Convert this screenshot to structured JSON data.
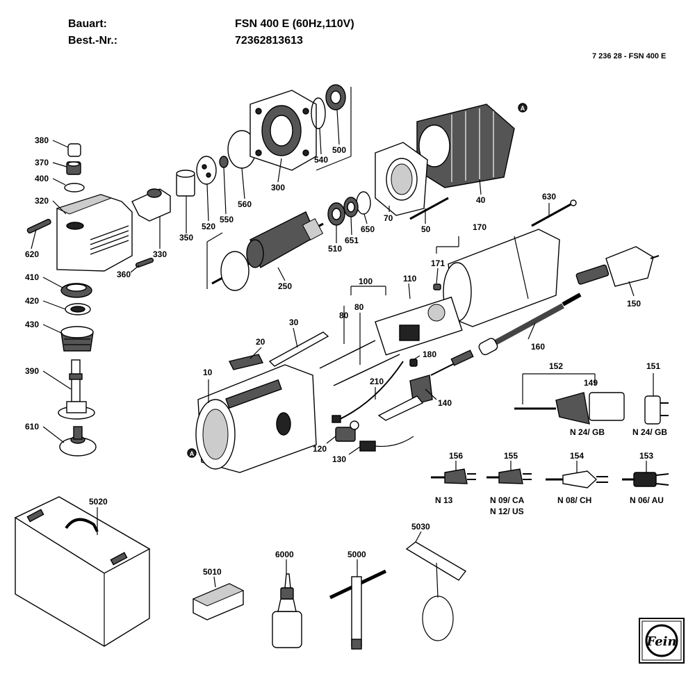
{
  "header": {
    "bauart_label": "Bauart:",
    "bauart_value": "FSN 400 E (60Hz,110V)",
    "bestnr_label": "Best.-Nr.:",
    "bestnr_value": "72362813613",
    "drawing_code": "7 236 28 - FSN 400 E"
  },
  "parts": {
    "p380": "380",
    "p370": "370",
    "p400": "400",
    "p320": "320",
    "p620": "620",
    "p410": "410",
    "p420": "420",
    "p430": "430",
    "p390": "390",
    "p610": "610",
    "p330": "330",
    "p360": "360",
    "p350": "350",
    "p520": "520",
    "p550": "550",
    "p560": "560",
    "p300": "300",
    "p540": "540",
    "p500": "500",
    "p40": "40",
    "p70": "70",
    "p50": "50",
    "p650": "650",
    "p651": "651",
    "p510": "510",
    "p250": "250",
    "p630": "630",
    "p170": "170",
    "p171": "171",
    "p150": "150",
    "p100": "100",
    "p110": "110",
    "p80a": "80",
    "p80b": "80",
    "p30": "30",
    "p20": "20",
    "p10": "10",
    "p180": "180",
    "p210": "210",
    "p140": "140",
    "p160": "160",
    "p120": "120",
    "p130": "130",
    "p152": "152",
    "p149": "149",
    "p151": "151",
    "p156": "156",
    "p155": "155",
    "p154": "154",
    "p153": "153",
    "p5020": "5020",
    "p5010": "5010",
    "p6000": "6000",
    "p5000": "5000",
    "p5030": "5030"
  },
  "variants": {
    "n24gb_1": "N 24/ GB",
    "n24gb_2": "N 24/ GB",
    "n13": "N 13",
    "n09ca": "N 09/ CA",
    "n12us": "N 12/ US",
    "n08ch": "N 08/ CH",
    "n06au": "N 06/ AU"
  },
  "markers": {
    "a_marker": "A"
  },
  "logo": {
    "text": "Fein"
  }
}
